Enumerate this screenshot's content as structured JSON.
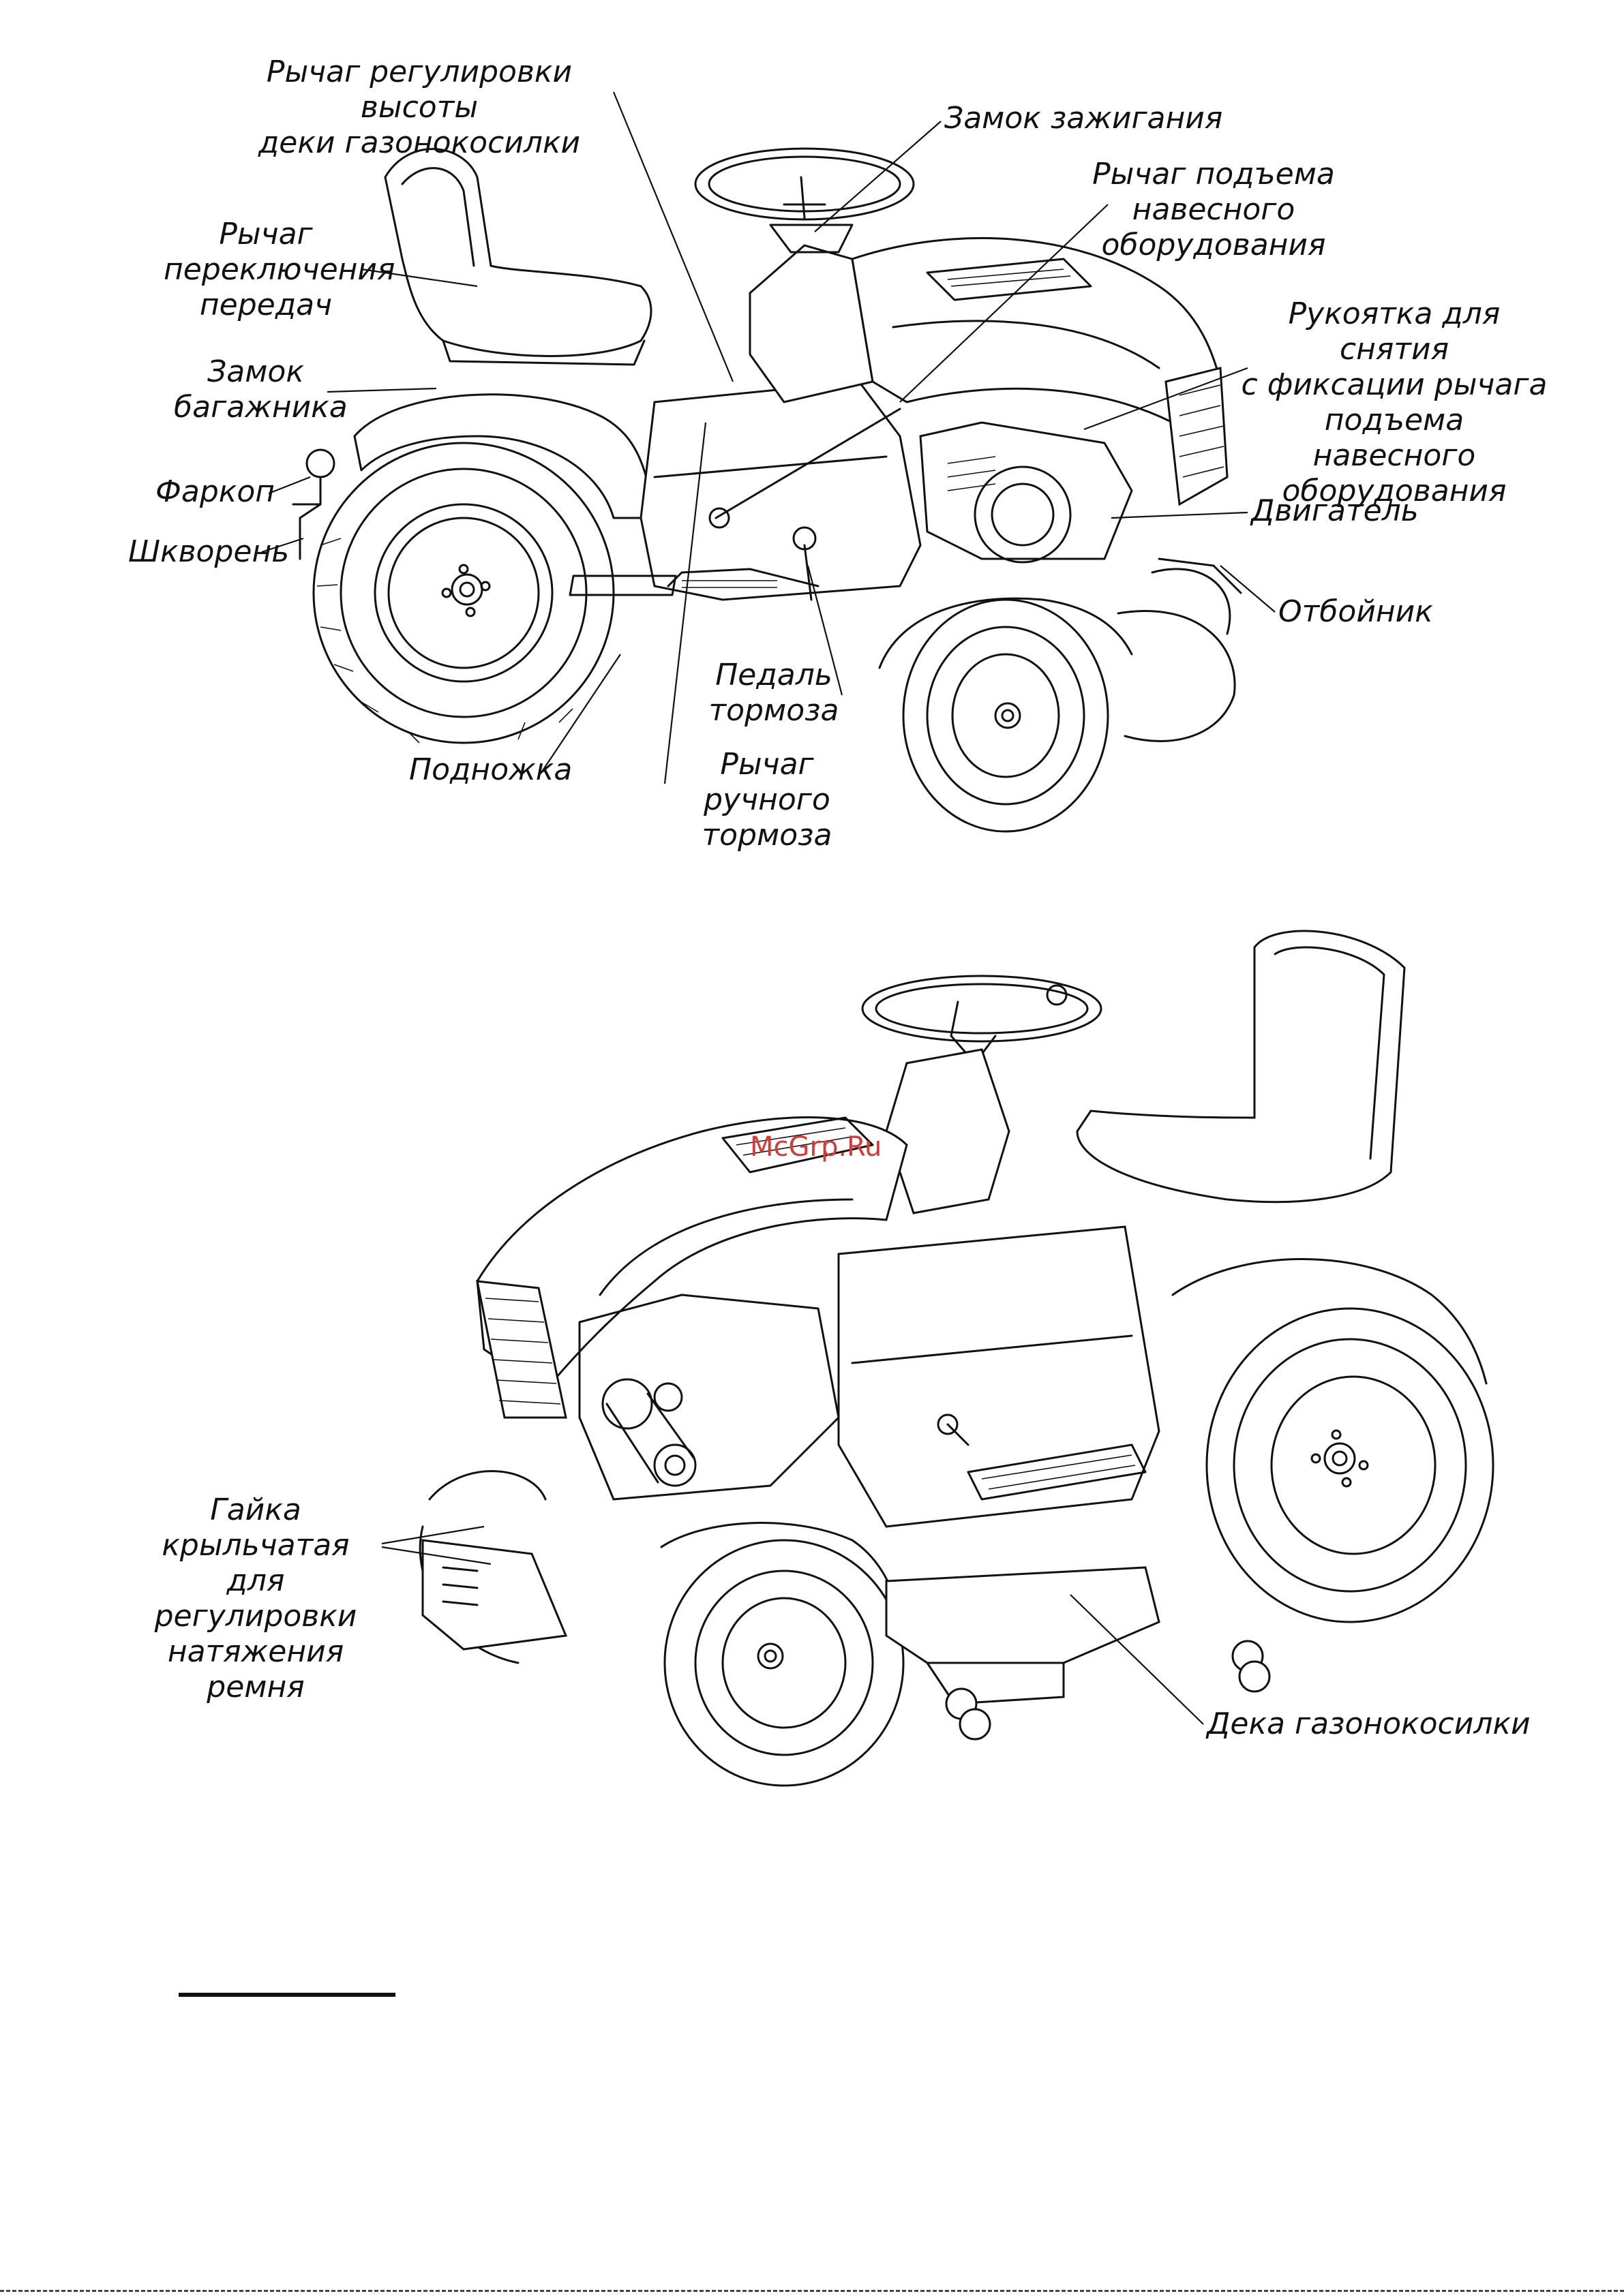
{
  "watermark": "McGrp.Ru",
  "top_view": {
    "callouts": {
      "deck_height_lever": "Рычаг регулировки высоты\nдеки газонокосилки",
      "ignition_lock": "Замок зажигания",
      "attachment_lift_lever": "Рычаг подъема\nнавесного\nоборудования",
      "gear_shift_lever": "Рычаг\nпереключения\nпередач",
      "lift_lock_handle": "Рукоятка для снятия\nс фиксации рычага\nподъема навесного\nоборудования",
      "trunk_lock": "Замок\nбагажника",
      "hitch": "Фаркоп",
      "pin": "Шкворень",
      "engine": "Двигатель",
      "bumper": "Отбойник",
      "brake_pedal": "Педаль\nтормоза",
      "footrest": "Подножка",
      "parking_brake_lever": "Рычаг ручного\nтормоза"
    }
  },
  "bottom_view": {
    "callouts": {
      "wing_nut": "Гайка крыльчатая\nдля регулировки\nнатяжения ремня",
      "mower_deck": "Дека газонокосилки"
    }
  }
}
